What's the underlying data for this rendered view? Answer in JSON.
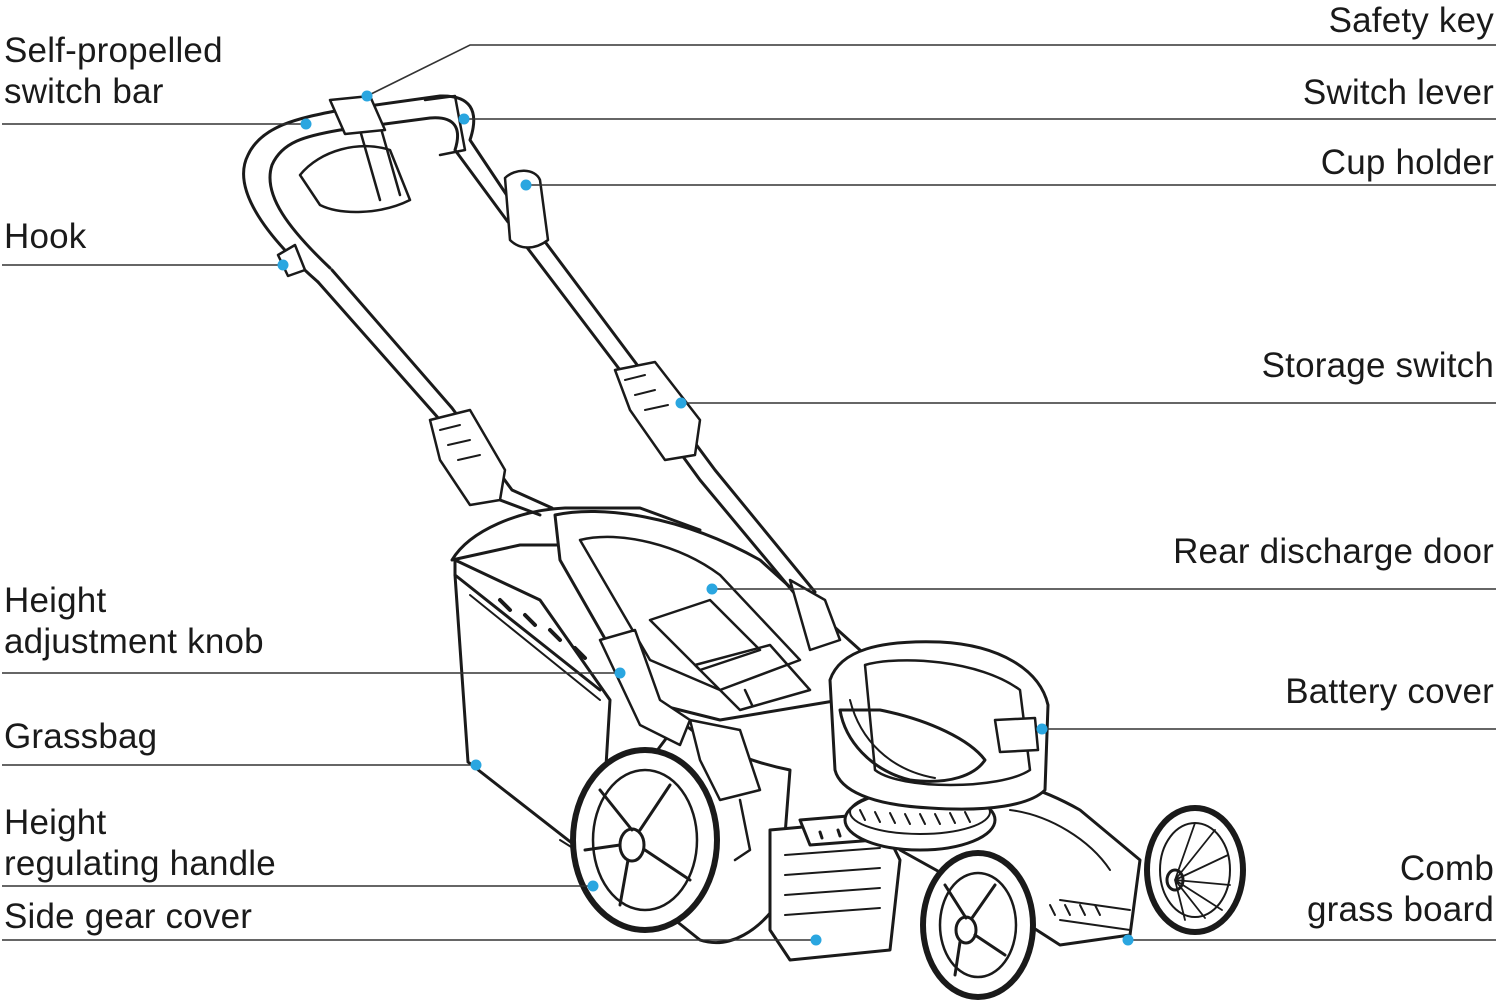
{
  "diagram": {
    "accent_color": "#2aa6e0",
    "line_color": "#333333",
    "subject_icon": "lawn-mower-icon",
    "callouts": {
      "self_propelled_switch_bar": {
        "line1": "Self-propelled",
        "line2": "switch bar"
      },
      "hook": "Hook",
      "height_adjustment_knob": {
        "line1": "Height",
        "line2": "adjustment knob"
      },
      "grassbag": "Grassbag",
      "height_regulating_handle": {
        "line1": "Height",
        "line2": "regulating handle"
      },
      "side_gear_cover": "Side gear cover",
      "safety_key": "Safety key",
      "switch_lever": "Switch lever",
      "cup_holder": "Cup holder",
      "storage_switch": "Storage switch",
      "rear_discharge_door": "Rear discharge door",
      "battery_cover": "Battery cover",
      "comb_grass_board": {
        "line1": "Comb",
        "line2": "grass board"
      }
    }
  }
}
